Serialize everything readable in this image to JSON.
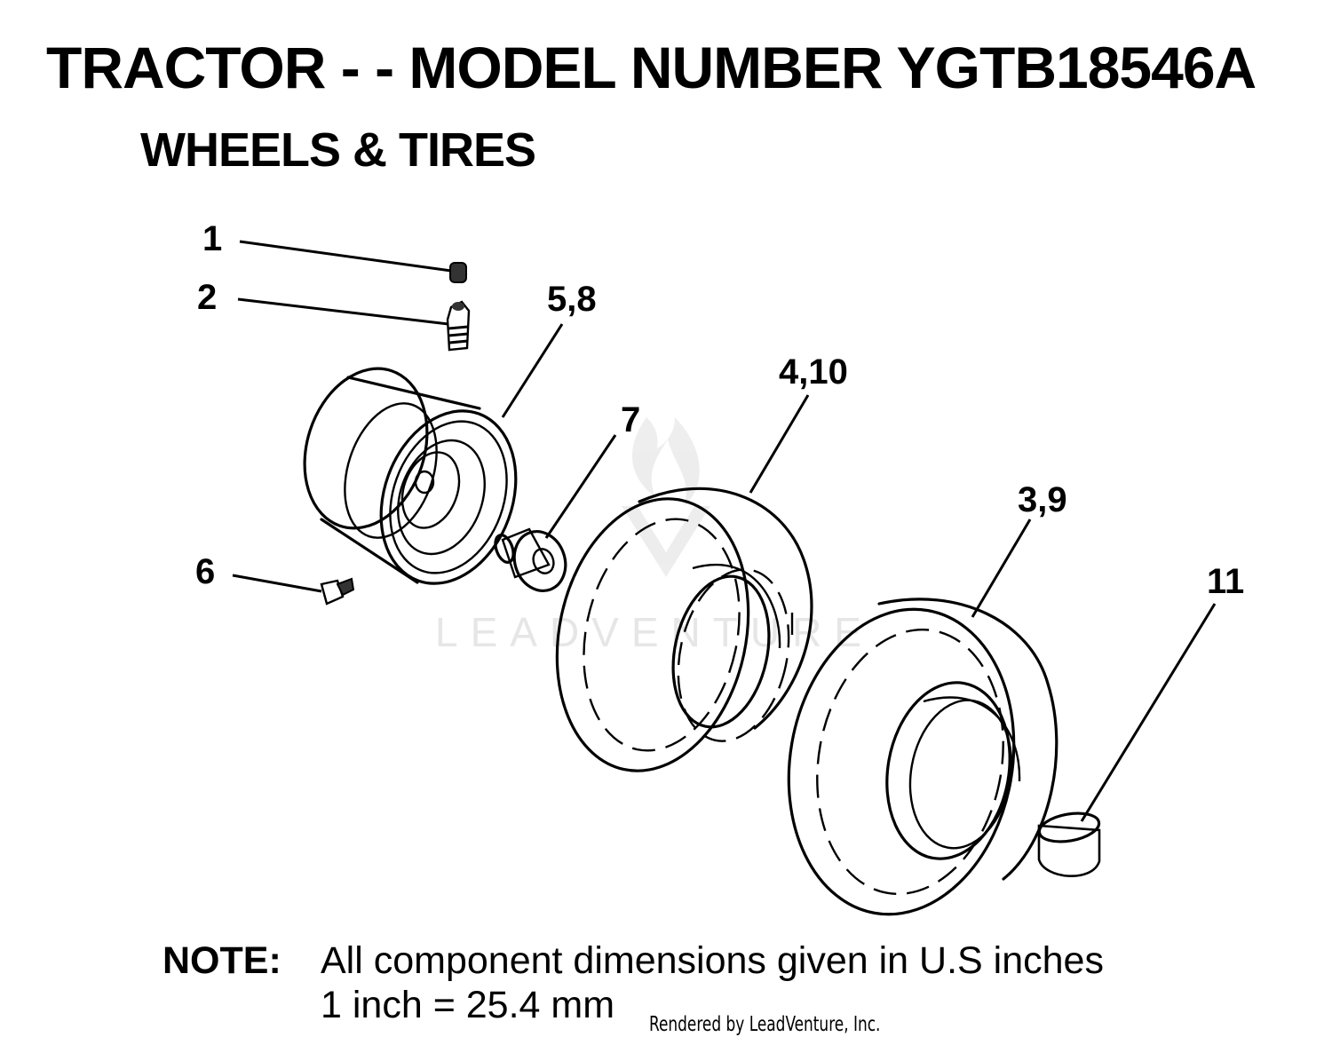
{
  "header": {
    "title": "TRACTOR - - MODEL NUMBER YGTB18546A",
    "subtitle": "WHEELS & TIRES"
  },
  "callouts": {
    "c1": "1",
    "c2": "2",
    "c58": "5,8",
    "c7": "7",
    "c410": "4,10",
    "c39": "3,9",
    "c11": "11",
    "c6": "6"
  },
  "footer": {
    "note_label": "NOTE:",
    "note_line1": "All component dimensions given in U.S  inches",
    "note_line2": "1 inch = 25.4 mm",
    "credit": "Rendered by LeadVenture, Inc."
  },
  "watermark": {
    "text": "LEADVENTURE"
  }
}
